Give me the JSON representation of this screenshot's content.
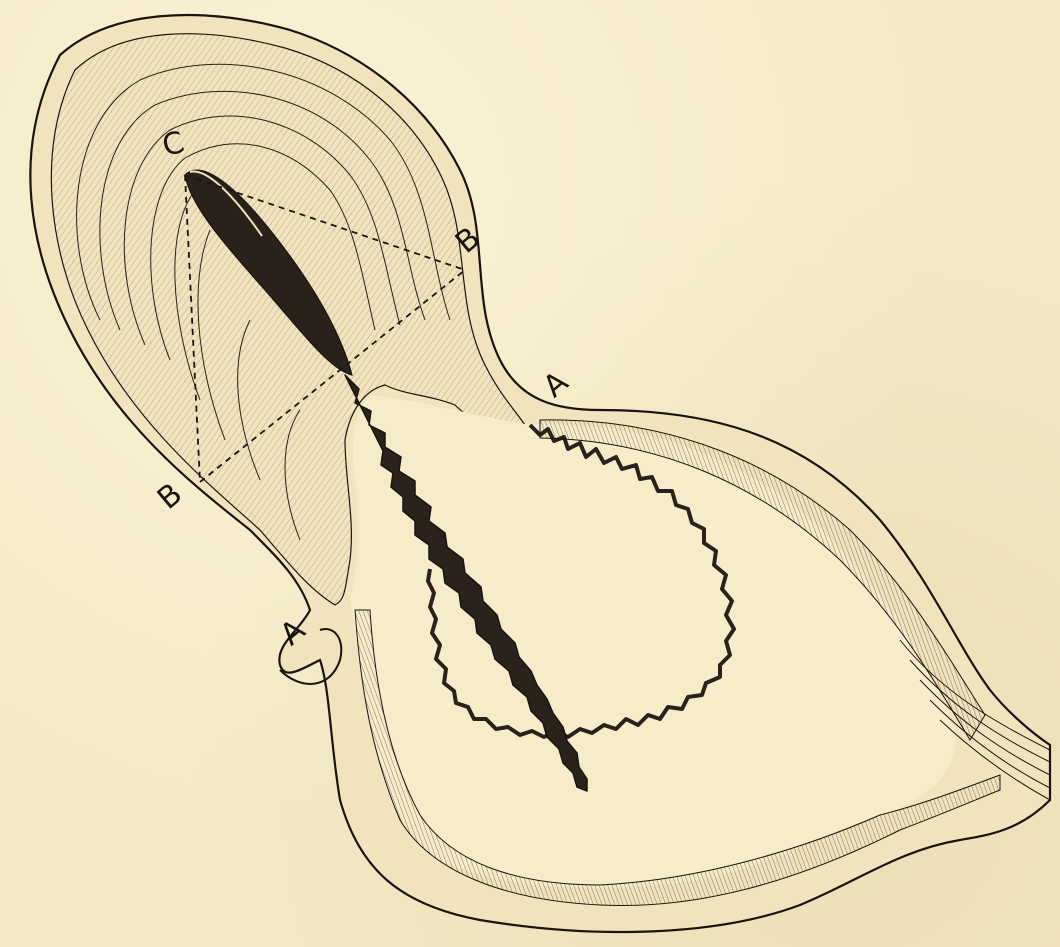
{
  "figure": {
    "labels": {
      "c": "C",
      "b_upper": "B",
      "b_lower": "B",
      "a_right": "A",
      "a_left": "A"
    },
    "colors": {
      "paper": "#f4e9c6",
      "ink": "#1a1410",
      "muscle_fill": "#e9ddb6",
      "lining": "#3a2f26"
    }
  }
}
